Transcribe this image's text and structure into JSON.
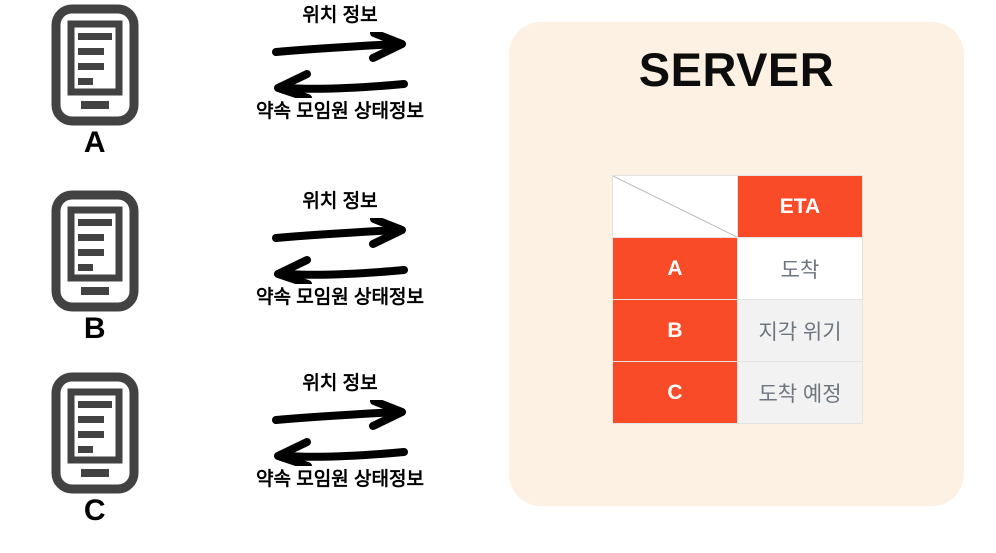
{
  "diagram": {
    "clients": [
      {
        "id": "A",
        "label": "A",
        "device_icon": "tablet-document-icon",
        "outbound_label": "위치 정보",
        "inbound_label": "약속 모임원 상태정보",
        "arrow_icon": "bidirectional-exchange-arrows"
      },
      {
        "id": "B",
        "label": "B",
        "device_icon": "tablet-document-icon",
        "outbound_label": "위치 정보",
        "inbound_label": "약속 모임원 상태정보",
        "arrow_icon": "bidirectional-exchange-arrows"
      },
      {
        "id": "C",
        "label": "C",
        "device_icon": "tablet-document-icon",
        "outbound_label": "위치 정보",
        "inbound_label": "약속 모임원 상태정보",
        "arrow_icon": "bidirectional-exchange-arrows"
      }
    ],
    "server": {
      "title": "SERVER",
      "table": {
        "corner_label": "",
        "column_headers": [
          "ETA"
        ],
        "rows": [
          {
            "name": "A",
            "eta": "도착"
          },
          {
            "name": "B",
            "eta": "지각 위기"
          },
          {
            "name": "C",
            "eta": "도착 예정"
          }
        ]
      }
    },
    "colors": {
      "panel_background": "#FDF1E3",
      "accent_red": "#FA4B28",
      "device_stroke": "#424242",
      "value_text": "#6D7580",
      "value_cell_shaded": "#F2F2F2",
      "value_cell_plain": "#FFFFFF",
      "table_border": "#E3E3E3",
      "title_text": "#0D0D0D"
    }
  }
}
